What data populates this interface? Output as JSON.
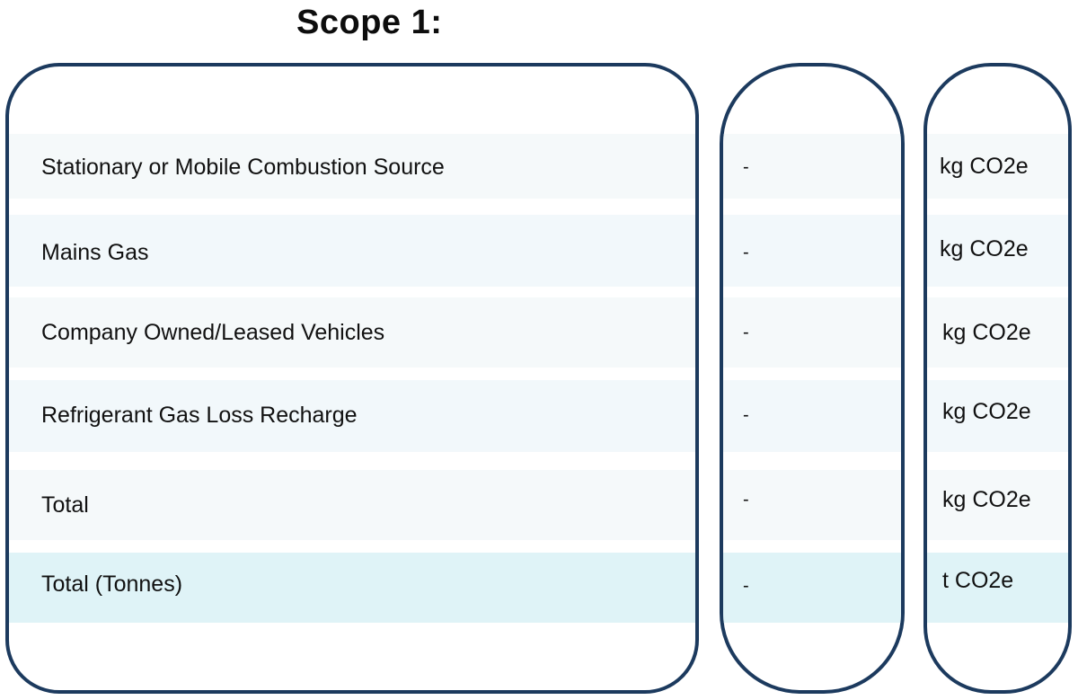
{
  "title": "Scope 1:",
  "rows": [
    {
      "label": "Stationary or Mobile Combustion Source",
      "value": "-",
      "unit": "kg CO2e"
    },
    {
      "label": "Mains Gas",
      "value": "-",
      "unit": "kg CO2e"
    },
    {
      "label": "Company Owned/Leased Vehicles",
      "value": "-",
      "unit": "kg CO2e"
    },
    {
      "label": "Refrigerant Gas Loss Recharge",
      "value": "-",
      "unit": "kg CO2e"
    },
    {
      "label": "Total",
      "value": "-",
      "unit": "kg CO2e"
    },
    {
      "label": "Total (Tonnes)",
      "value": "-",
      "unit": "t CO2e"
    }
  ],
  "colors": {
    "border": "#1c3a5e",
    "row_light": "#f5f9fa",
    "row_highlight": "#dff3f7"
  }
}
